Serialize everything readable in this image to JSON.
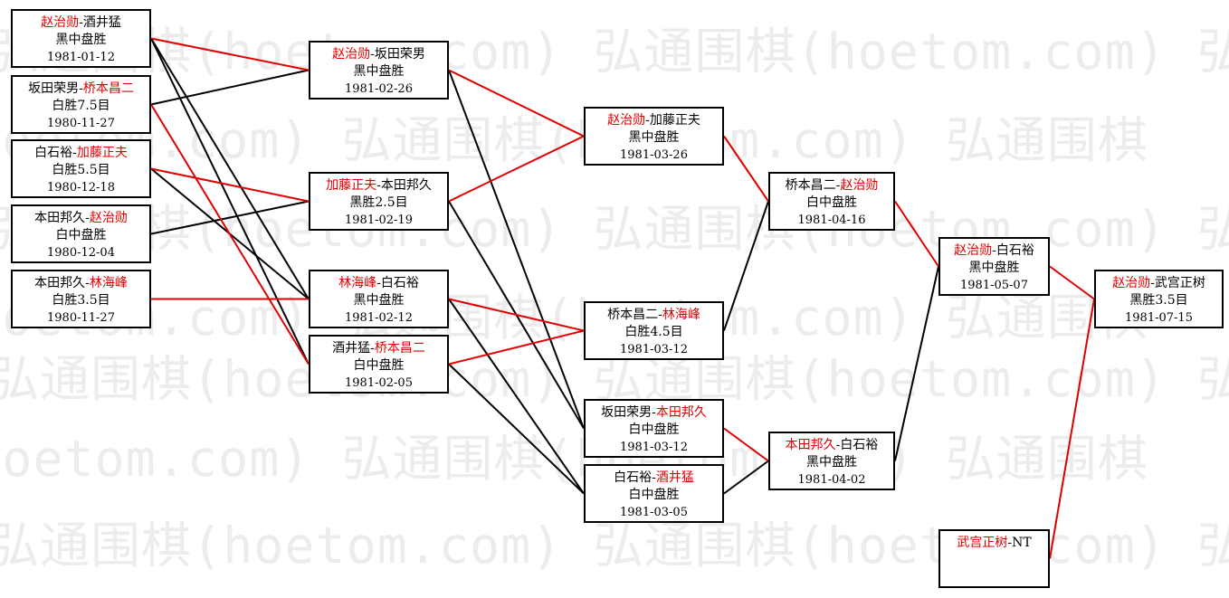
{
  "watermark": {
    "text": "弘通围棋(hoetom.com) 弘通围棋(hoetom.com) 弘通围棋"
  },
  "colors": {
    "winner": "#e00000",
    "loser": "#000000",
    "winner_line": "#e00000",
    "border": "#000000"
  },
  "matches": [
    {
      "id": "r1m1",
      "p1": "赵治勋",
      "sep": "-",
      "p2": "酒井猛",
      "winner": "p1",
      "result": "黑中盘胜",
      "date": "1981-01-12"
    },
    {
      "id": "r1m2",
      "p1": "坂田荣男",
      "sep": "-",
      "p2": "桥本昌二",
      "winner": "p2",
      "result": "白胜7.5目",
      "date": "1980-11-27"
    },
    {
      "id": "r1m3",
      "p1": "白石裕",
      "sep": "-",
      "p2": "加藤正夫",
      "winner": "p2",
      "result": "白胜5.5目",
      "date": "1980-12-18"
    },
    {
      "id": "r1m4",
      "p1": "本田邦久",
      "sep": "-",
      "p2": "赵治勋",
      "winner": "p2",
      "result": "白中盘胜",
      "date": "1980-12-04"
    },
    {
      "id": "r1m5",
      "p1": "本田邦久",
      "sep": "-",
      "p2": "林海峰",
      "winner": "p2",
      "result": "白胜3.5目",
      "date": "1980-11-27"
    },
    {
      "id": "r2m1",
      "p1": "赵治勋",
      "sep": "-",
      "p2": "坂田荣男",
      "winner": "p1",
      "result": "黑中盘胜",
      "date": "1981-02-26"
    },
    {
      "id": "r2m2",
      "p1": "加藤正夫",
      "sep": "-",
      "p2": "本田邦久",
      "winner": "p1",
      "result": "黑胜2.5目",
      "date": "1981-02-19"
    },
    {
      "id": "r2m3",
      "p1": "林海峰",
      "sep": "-",
      "p2": "白石裕",
      "winner": "p1",
      "result": "黑中盘胜",
      "date": "1981-02-12"
    },
    {
      "id": "r2m4",
      "p1": "酒井猛",
      "sep": "-",
      "p2": "桥本昌二",
      "winner": "p2",
      "result": "白中盘胜",
      "date": "1981-02-05"
    },
    {
      "id": "r3m1",
      "p1": "赵治勋",
      "sep": "-",
      "p2": "加藤正夫",
      "winner": "p1",
      "result": "黑中盘胜",
      "date": "1981-03-26"
    },
    {
      "id": "r3m2",
      "p1": "桥本昌二",
      "sep": "-",
      "p2": "林海峰",
      "winner": "p2",
      "result": "白胜4.5目",
      "date": "1981-03-12"
    },
    {
      "id": "r3m3",
      "p1": "坂田荣男",
      "sep": "-",
      "p2": "本田邦久",
      "winner": "p2",
      "result": "白中盘胜",
      "date": "1981-03-12"
    },
    {
      "id": "r3m4",
      "p1": "白石裕",
      "sep": "-",
      "p2": "酒井猛",
      "winner": "p2",
      "result": "白中盘胜",
      "date": "1981-03-05"
    },
    {
      "id": "r4m1",
      "p1": "桥本昌二",
      "sep": "-",
      "p2": "赵治勋",
      "winner": "p2",
      "result": "白中盘胜",
      "date": "1981-04-16"
    },
    {
      "id": "r4m2",
      "p1": "本田邦久",
      "sep": "-",
      "p2": "白石裕",
      "winner": "p1",
      "result": "黑中盘胜",
      "date": "1981-04-02"
    },
    {
      "id": "r5m1",
      "p1": "赵治勋",
      "sep": "-",
      "p2": "白石裕",
      "winner": "p1",
      "result": "黑中盘胜",
      "date": "1981-05-07"
    },
    {
      "id": "r5m2",
      "p1": "武宫正树",
      "sep": "-",
      "p2": "NT",
      "winner": "p1",
      "result": "",
      "date": ""
    },
    {
      "id": "r6m1",
      "p1": "赵治勋",
      "sep": "-",
      "p2": "武宫正树",
      "winner": "p1",
      "result": "黑胜3.5目",
      "date": "1981-07-15"
    }
  ],
  "connections": [
    {
      "from": "r1m1",
      "to": "r2m1",
      "red": true
    },
    {
      "from": "r1m1",
      "to": "r2m3",
      "red": false
    },
    {
      "from": "r1m1",
      "to": "r2m4",
      "red": false
    },
    {
      "from": "r1m2",
      "to": "r2m1",
      "red": false
    },
    {
      "from": "r1m2",
      "to": "r2m4",
      "red": true
    },
    {
      "from": "r1m3",
      "to": "r2m2",
      "red": true
    },
    {
      "from": "r1m3",
      "to": "r2m3",
      "red": false
    },
    {
      "from": "r1m4",
      "to": "r2m2",
      "red": false
    },
    {
      "from": "r1m5",
      "to": "r2m3",
      "red": true
    },
    {
      "from": "r2m1",
      "to": "r3m1",
      "red": true
    },
    {
      "from": "r2m1",
      "to": "r3m3",
      "red": false
    },
    {
      "from": "r2m2",
      "to": "r3m1",
      "red": true
    },
    {
      "from": "r2m2",
      "to": "r3m3",
      "red": false
    },
    {
      "from": "r2m3",
      "to": "r3m2",
      "red": true
    },
    {
      "from": "r2m3",
      "to": "r3m4",
      "red": false
    },
    {
      "from": "r2m4",
      "to": "r3m2",
      "red": true
    },
    {
      "from": "r2m4",
      "to": "r3m4",
      "red": false
    },
    {
      "from": "r3m1",
      "to": "r4m1",
      "red": true
    },
    {
      "from": "r3m2",
      "to": "r4m1",
      "red": false
    },
    {
      "from": "r3m3",
      "to": "r4m2",
      "red": true
    },
    {
      "from": "r3m4",
      "to": "r4m2",
      "red": false
    },
    {
      "from": "r4m1",
      "to": "r5m1",
      "red": true
    },
    {
      "from": "r4m2",
      "to": "r5m1",
      "red": false
    },
    {
      "from": "r5m1",
      "to": "r6m1",
      "red": true
    },
    {
      "from": "r5m2",
      "to": "r6m1",
      "red": true
    }
  ]
}
